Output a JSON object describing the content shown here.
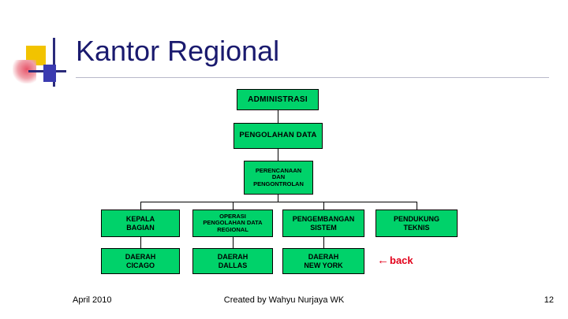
{
  "slide": {
    "title": "Kantor Regional"
  },
  "org_chart": {
    "nodes": [
      {
        "id": "administrasi",
        "label": "ADMINISTRASI"
      },
      {
        "id": "pengolahan",
        "label": "PENGOLAHAN DATA"
      },
      {
        "id": "perencanaan",
        "label": "PERENCANAAN\nDAN\nPENGONTROLAN"
      },
      {
        "id": "kepala",
        "label": "KEPALA\nBAGIAN"
      },
      {
        "id": "operasi",
        "label": "OPERASI\nPENGOLAHAN DATA\nREGIONAL"
      },
      {
        "id": "pengembangan",
        "label": "PENGEMBANGAN\nSISTEM"
      },
      {
        "id": "pendukung",
        "label": "PENDUKUNG\nTEKNIS"
      },
      {
        "id": "cicago",
        "label": "DAERAH\nCICAGO"
      },
      {
        "id": "dallas",
        "label": "DAERAH\nDALLAS"
      },
      {
        "id": "newyork",
        "label": "DAERAH\nNEW YORK"
      }
    ],
    "back_link": {
      "arrow": "←",
      "label": "back"
    },
    "colors": {
      "node_fill": "#00d26a",
      "node_border": "#000000",
      "back_link": "#e2001a",
      "title": "#1a1a6e"
    }
  },
  "footer": {
    "date": "April 2010",
    "credit": "Created by Wahyu Nurjaya WK",
    "page_number": "12"
  }
}
